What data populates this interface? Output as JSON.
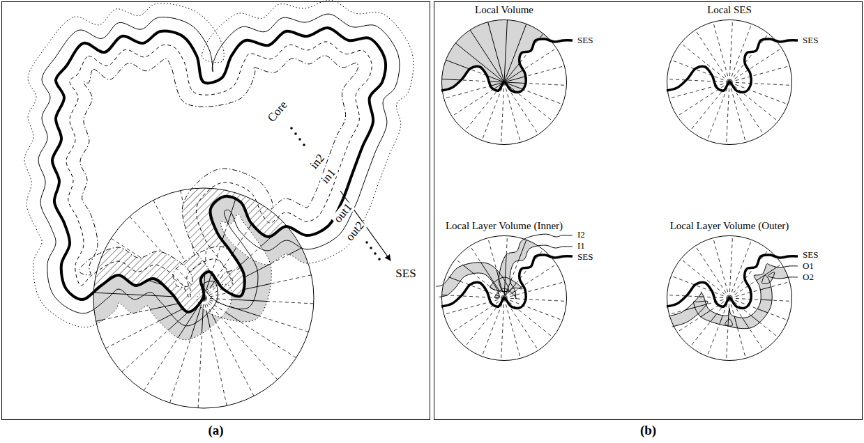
{
  "diagram": {
    "nodes": [
      {
        "text": [
          "(a)"
        ]
      },
      {
        "text": [
          "(b)"
        ]
      },
      {
        "text": [
          "Local Volume",
          "SES"
        ],
        "in": 1
      },
      {
        "text": [
          "Local SES",
          "SES"
        ],
        "in": 1
      },
      {
        "text": [
          "Local Layer Volume (Inner)",
          "I2",
          "I1",
          "SES"
        ],
        "in": 1
      },
      {
        "text": [
          "Local Layer Volume (Outer)",
          "SES",
          "O1",
          "O2"
        ],
        "in": 1
      }
    ],
    "labels": [
      "Core",
      "in2",
      "in1",
      "out1",
      "out2",
      "SES"
    ]
  }
}
